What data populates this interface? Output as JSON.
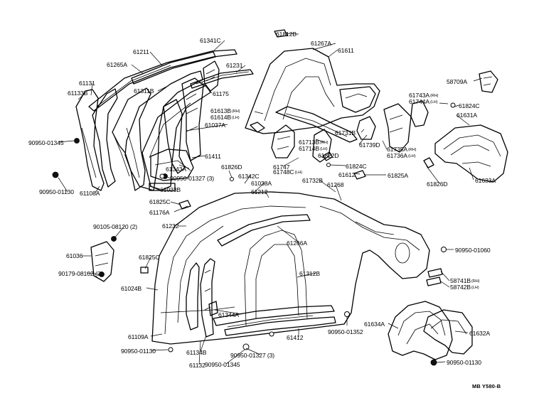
{
  "labels": {
    "l61812b": "61812B",
    "l61267a": "61267A",
    "l61611": "61611",
    "l61341c": "61341C",
    "l61211": "61211",
    "l61265a": "61265A",
    "l61231": "61231",
    "l58709a": "58709A",
    "l61131": "61131",
    "l61133b": "61133B",
    "l61311b": "61311B",
    "l61175": "61175",
    "l61743a": "61743A",
    "l61744a": "61744A",
    "l61824c_top": "61824C",
    "l61613b": "61613B",
    "l61614b": "61614B",
    "l61631a": "61631A",
    "l61037a": "61037A",
    "l61731b": "61731B",
    "l90950_01345_left": "90950-01345",
    "l61713b": "61713B",
    "l61714b": "61714B",
    "l61739d": "61739D",
    "l61735a": "61735A",
    "l61736a": "61736A",
    "l61411": "61411",
    "l61822d": "61822D",
    "l61343a": "61343A",
    "l61826d_mid": "61826D",
    "l61747": "61747",
    "l61748c": "61748C",
    "l61824c_mid": "61824C",
    "l61826d_right": "61826D",
    "l61633a": "61633A",
    "l90950_01327_top": "90950-01327 (3)",
    "l61342c": "61342C",
    "l61612": "61612",
    "l61825a": "61825A",
    "l90950_01130_left": "90950-01130",
    "l61732b": "61732B",
    "l61108a": "61108A",
    "l61023b": "61023B",
    "l61038a": "61038A",
    "l61268": "61268",
    "l61825c_top": "61825C",
    "l61212": "61212",
    "l61176a": "61176A",
    "l61232": "61232",
    "l90105_08120": "90105-08120 (2)",
    "l61266a": "61266A",
    "l61036": "61036",
    "l90950_01060": "90950-01060",
    "l61825c_mid": "61825C",
    "l90179_08102": "90179-08102 (2)",
    "l61312b": "61312B",
    "l58741b": "58741B",
    "l58742b": "58742B",
    "l61024b": "61024B",
    "l61344a": "61344A",
    "l61634a": "61634A",
    "l61632a": "61632A",
    "l90950_01352": "90950-01352",
    "l61109a": "61109A",
    "l61412": "61412",
    "l90950_01130_mid": "90950-01130",
    "l61134b": "61134B",
    "l90950_01345_bottom": "90950-01345",
    "l61132": "61132",
    "l90950_01327_bottom": "90950-01327 (3)",
    "l90950_01130_right": "90950-01130"
  },
  "sides": {
    "rh": "(RH)",
    "lh": "(LH)"
  },
  "reference_code": "MB Y580-B"
}
